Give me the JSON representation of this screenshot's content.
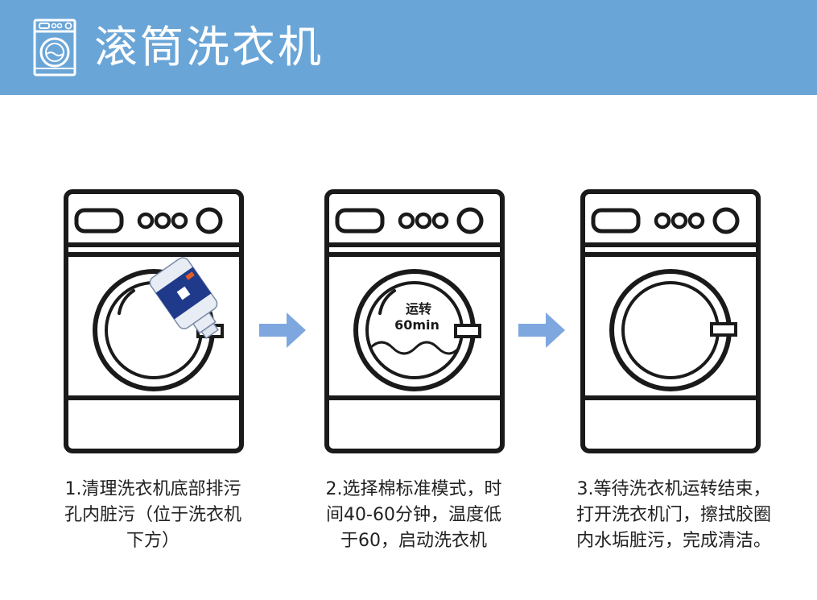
{
  "header": {
    "title": "滚筒洗衣机",
    "background": "#6aa5d7",
    "icon": "washing-machine-outline-icon"
  },
  "steps": [
    {
      "number": "1",
      "machine_icon": "washing-machine-with-cleaner-bottle-icon",
      "caption_lines": [
        "1.清理洗衣机底部排污",
        "孔内脏污（位于洗衣机",
        "下方）"
      ]
    },
    {
      "number": "2",
      "machine_icon": "washing-machine-running-icon",
      "drum_text": [
        "运转",
        "60min"
      ],
      "caption_lines": [
        "2.选择棉标准模式，时",
        "间40-60分钟，温度低",
        "于60，启动洗衣机"
      ]
    },
    {
      "number": "3",
      "machine_icon": "washing-machine-empty-icon",
      "caption_lines": [
        "3.等待洗衣机运转结束，",
        "打开洗衣机门，擦拭胶圈",
        "内水垢脏污，完成清洁。"
      ]
    }
  ],
  "arrows": {
    "color": "#7ea7e0",
    "icon": "right-arrow-icon"
  },
  "colors": {
    "line": "#1a1a1a",
    "bottle_label": "#1f3a8a"
  }
}
